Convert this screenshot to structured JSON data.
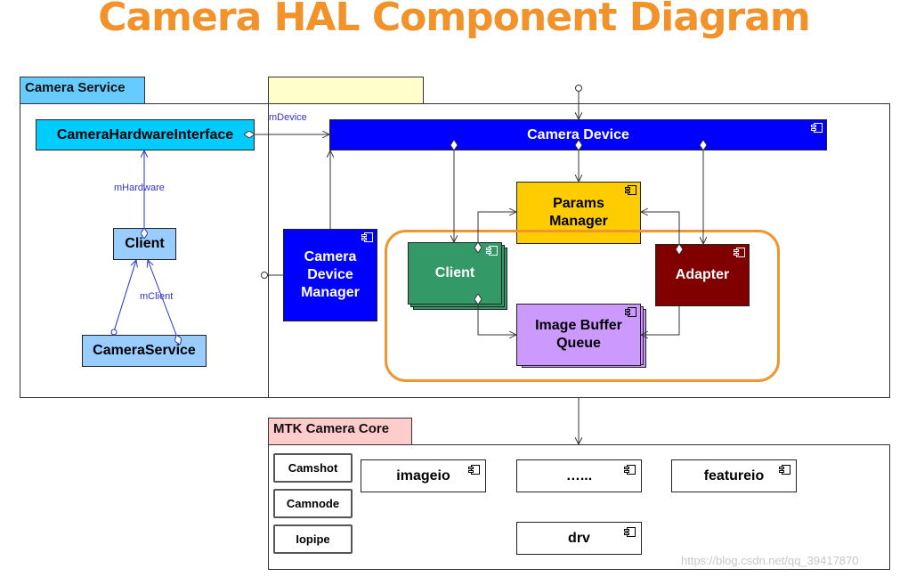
{
  "title": "Camera HAL Component Diagram",
  "packages": {
    "camera_service": "Camera Service",
    "hal_tab": "",
    "mtk_core": "MTK Camera Core"
  },
  "components": {
    "chi": "CameraHardwareInterface",
    "client_left": "Client",
    "camera_service": "CameraService",
    "camera_device": "Camera Device",
    "params_manager": "Params Manager",
    "camera_device_manager": "Camera Device Manager",
    "client_green": "Client",
    "adapter": "Adapter",
    "image_buffer_queue": "Image Buffer Queue",
    "imageio": "imageio",
    "dots": "…...",
    "featureio": "featureio",
    "drv": "drv"
  },
  "modules": [
    "Camshot",
    "Camnode",
    "Iopipe"
  ],
  "labels": {
    "mdevice": "mDevice",
    "mhardware": "mHardware",
    "mclient": "mClient"
  },
  "watermark_url": "https://blog.csdn.net/qq_39417870",
  "colors": {
    "title": "#f2922a",
    "camera_service_tab": "#66ccff",
    "hal_tab": "#ffffcc",
    "mtk_tab": "#ffcccc",
    "chi": "#00ccff",
    "client_left": "#99ccff",
    "camera_device": "#0000ff",
    "params_manager": "#ffcc00",
    "camera_device_manager": "#0000ff",
    "client_green": "#339966",
    "adapter": "#800000",
    "image_buffer_queue": "#cc99ff",
    "highlight": "#f0962e"
  }
}
